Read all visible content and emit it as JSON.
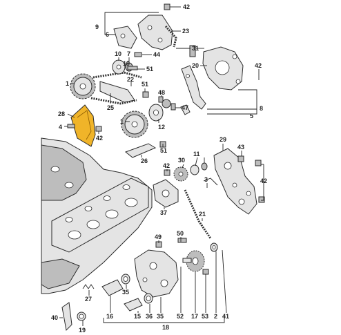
{
  "colors": {
    "highlight": "#f0b429",
    "line": "#222222",
    "part": "#e4e4e4",
    "part_dark": "#bdbdbd"
  },
  "labels": {
    "l42a": "42",
    "l9": "9",
    "l6": "6",
    "l23": "23",
    "l31": "31",
    "l20": "20",
    "l10": "10",
    "l7": "7",
    "l44": "44",
    "l19b": "19",
    "l51a": "51",
    "l22": "22",
    "l1": "1",
    "l25": "25",
    "l51b": "51",
    "l48": "48",
    "l47": "47",
    "l42b": "42",
    "l8": "8",
    "l5": "5",
    "l28": "28",
    "l4": "4",
    "l42c": "42",
    "l1b": "1",
    "l12": "12",
    "l51c": "51",
    "l26": "26",
    "l29": "29",
    "l43": "43",
    "l11": "11",
    "l30": "30",
    "l42d": "42",
    "l3": "3",
    "l42e": "42",
    "l37": "37",
    "l21": "21",
    "l50": "50",
    "l49": "49",
    "l27": "27",
    "l35a": "35",
    "l16": "16",
    "l15": "15",
    "l36": "36",
    "l35b": "35",
    "l52": "52",
    "l17": "17",
    "l53": "53",
    "l2": "2",
    "l41": "41",
    "l18": "18",
    "l40": "40",
    "l19": "19"
  }
}
